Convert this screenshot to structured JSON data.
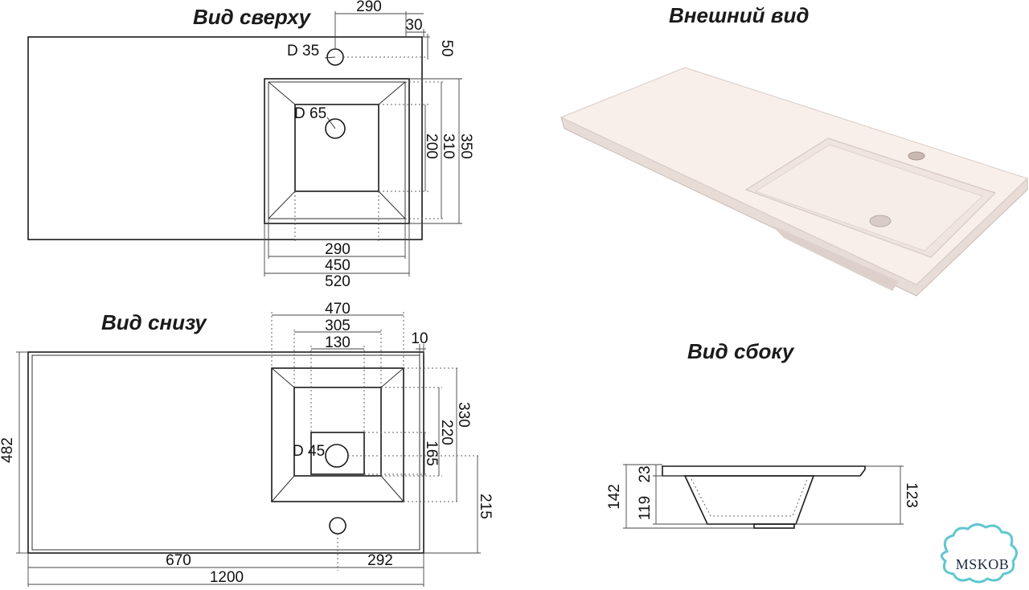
{
  "views": {
    "top": {
      "title": "Вид сверху"
    },
    "bottom": {
      "title": "Вид снизу"
    },
    "external": {
      "title": "Внешний вид"
    },
    "side": {
      "title": "Вид сбоку"
    }
  },
  "top_dims": {
    "d290_top": "290",
    "d30": "30",
    "d50": "50",
    "tap_hole": "D 35",
    "drain_hole": "D 65",
    "d200": "200",
    "d310": "310",
    "d350": "350",
    "d290_bottom": "290",
    "d450": "450",
    "d520": "520"
  },
  "bottom_dims": {
    "d470": "470",
    "d305": "305",
    "d130": "130",
    "d10": "10",
    "d330": "330",
    "d220": "220",
    "d165": "165",
    "d215": "215",
    "d482": "482",
    "drain_hole": "D 45",
    "d670": "670",
    "d292": "292",
    "d1200": "1200"
  },
  "side_dims": {
    "d142": "142",
    "d23": "23",
    "d119": "119",
    "d123": "123"
  },
  "logo": {
    "text": "MSKOB",
    "color": "#5fc6d0"
  }
}
